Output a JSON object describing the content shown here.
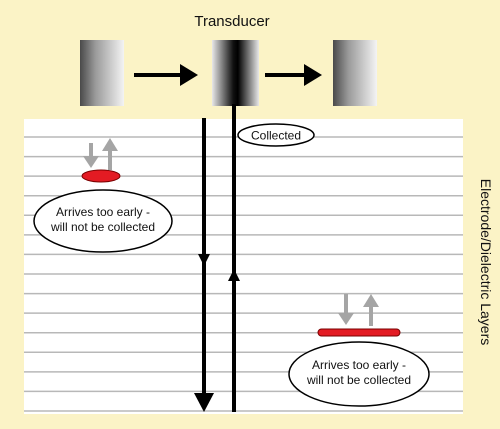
{
  "title": "Transducer",
  "side_label": "Electrode/Dielectric Layers",
  "callouts": {
    "collected": "Collected",
    "left_line1": "Arrives too early -",
    "left_line2": "will not be collected",
    "right_line1": "Arrives too early -",
    "right_line2": "will not be collected"
  },
  "colors": {
    "background": "#fbf3c6",
    "panel": "#ffffff",
    "layer_line": "#b8b8b8",
    "reflector": "#e31b23",
    "signal_arrow": "#a5a5a5",
    "ray": "#000000"
  },
  "layer_count": 15
}
